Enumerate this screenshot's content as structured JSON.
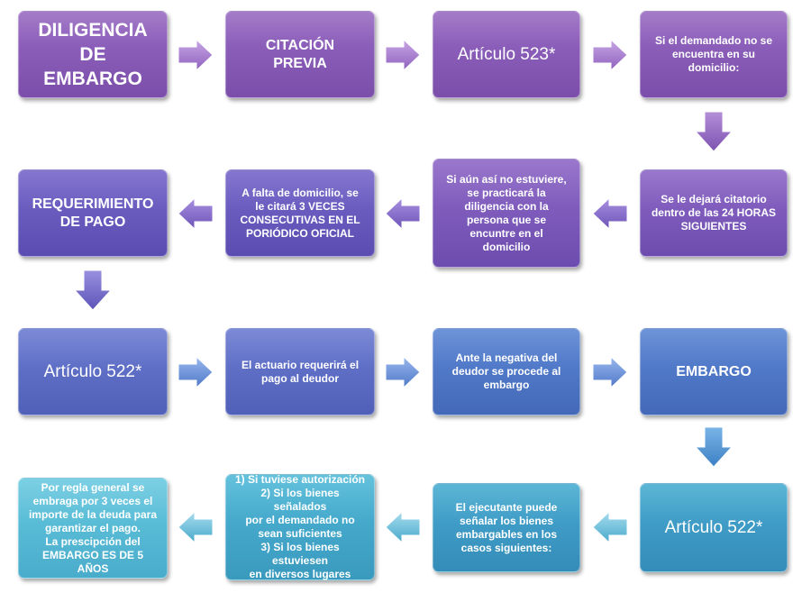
{
  "boxes": {
    "diligencia": [
      "DILIGENCIA",
      "DE",
      "EMBARGO"
    ],
    "citacion": [
      "CITACIÓN",
      "PREVIA"
    ],
    "articulo523": "Artículo 523*",
    "si_demandado": [
      "Si el demandado no se",
      "encuentra en su",
      "domicilio:"
    ],
    "citatorio": [
      "Se le dejará citatorio",
      "dentro de las 24 HORAS",
      "SIGUIENTES"
    ],
    "si_aun": [
      "Si aún así no estuviere,",
      "se practicará la",
      "diligencia con la",
      "persona que se",
      "encuntre en el",
      "domicilio"
    ],
    "falta_domicilio": [
      "A falta de domicilio, se",
      "le citará 3 VECES",
      "CONSECUTIVAS EN EL",
      "PORIÓDICO OFICIAL"
    ],
    "requerimiento": [
      "REQUERIMIENTO",
      "DE PAGO"
    ],
    "articulo522_a": "Artículo 522*",
    "actuario": [
      "El actuario requerirá el",
      "pago al deudor"
    ],
    "negativa": [
      "Ante la negativa del",
      "deudor se procede al",
      "embargo"
    ],
    "embargo": "EMBARGO",
    "articulo522_b": "Artículo 522*",
    "ejecutante": [
      "El ejecutante puede",
      "señalar los bienes",
      "embargables en los",
      "casos siguientes:"
    ],
    "casos": [
      "1) Si tuviese autorización",
      "2) Si los bienes señalados",
      "por el demandado no",
      "sean suficientes",
      "3) Si los bienes estuviesen",
      "en diversos lugares"
    ],
    "regla": [
      "Por regla general se",
      "embraga por 3 veces el",
      "importe de la deuda para",
      "garantizar el pago.",
      "La prescipción del",
      "EMBARGO ES DE 5 AÑOS"
    ]
  },
  "colors": {
    "row1": "#8b5eb9",
    "row2": "#6a5cbf",
    "row3": "#5079c8",
    "row4": "#45a9cc",
    "arrow_row1": "#9e72c9",
    "arrow_row2": "#6f5fc4",
    "arrow_row3": "#5a85d0",
    "arrow_row4": "#5cb8d6"
  }
}
